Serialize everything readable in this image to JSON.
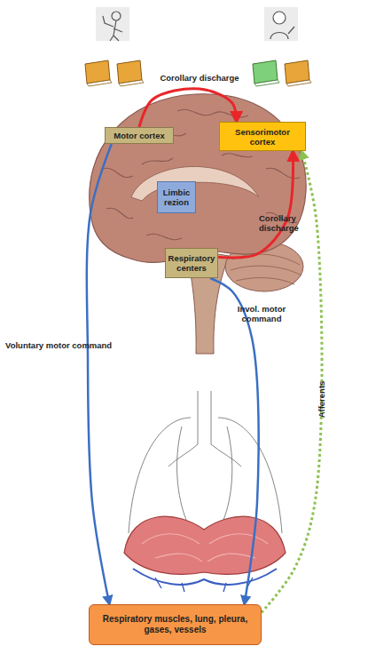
{
  "diagram": {
    "nodes": [
      {
        "text": [
          "Motor cortex"
        ]
      },
      {
        "text": [
          "Sensorimotor cortex"
        ]
      },
      {
        "text": [
          "Limbic rezion"
        ]
      },
      {
        "text": [
          "Respiratory centers"
        ]
      },
      {
        "text": [
          "Respiratory muscles, lung, pleura, gases, vessels"
        ]
      }
    ],
    "edges": [
      {
        "from": 0,
        "to": 1,
        "label": "Corollary discharge",
        "arrow": "to"
      },
      {
        "from": 3,
        "to": 1,
        "label": "Corollary discharge",
        "arrow": "to"
      },
      {
        "from": 0,
        "to": 4,
        "label": "Voluntary motor command",
        "arrow": "to"
      },
      {
        "from": 3,
        "to": 4,
        "label": "Invol. motor command",
        "arrow": "to"
      },
      {
        "from": 4,
        "to": 1,
        "label": "Afferents",
        "arrow": "to"
      }
    ]
  }
}
